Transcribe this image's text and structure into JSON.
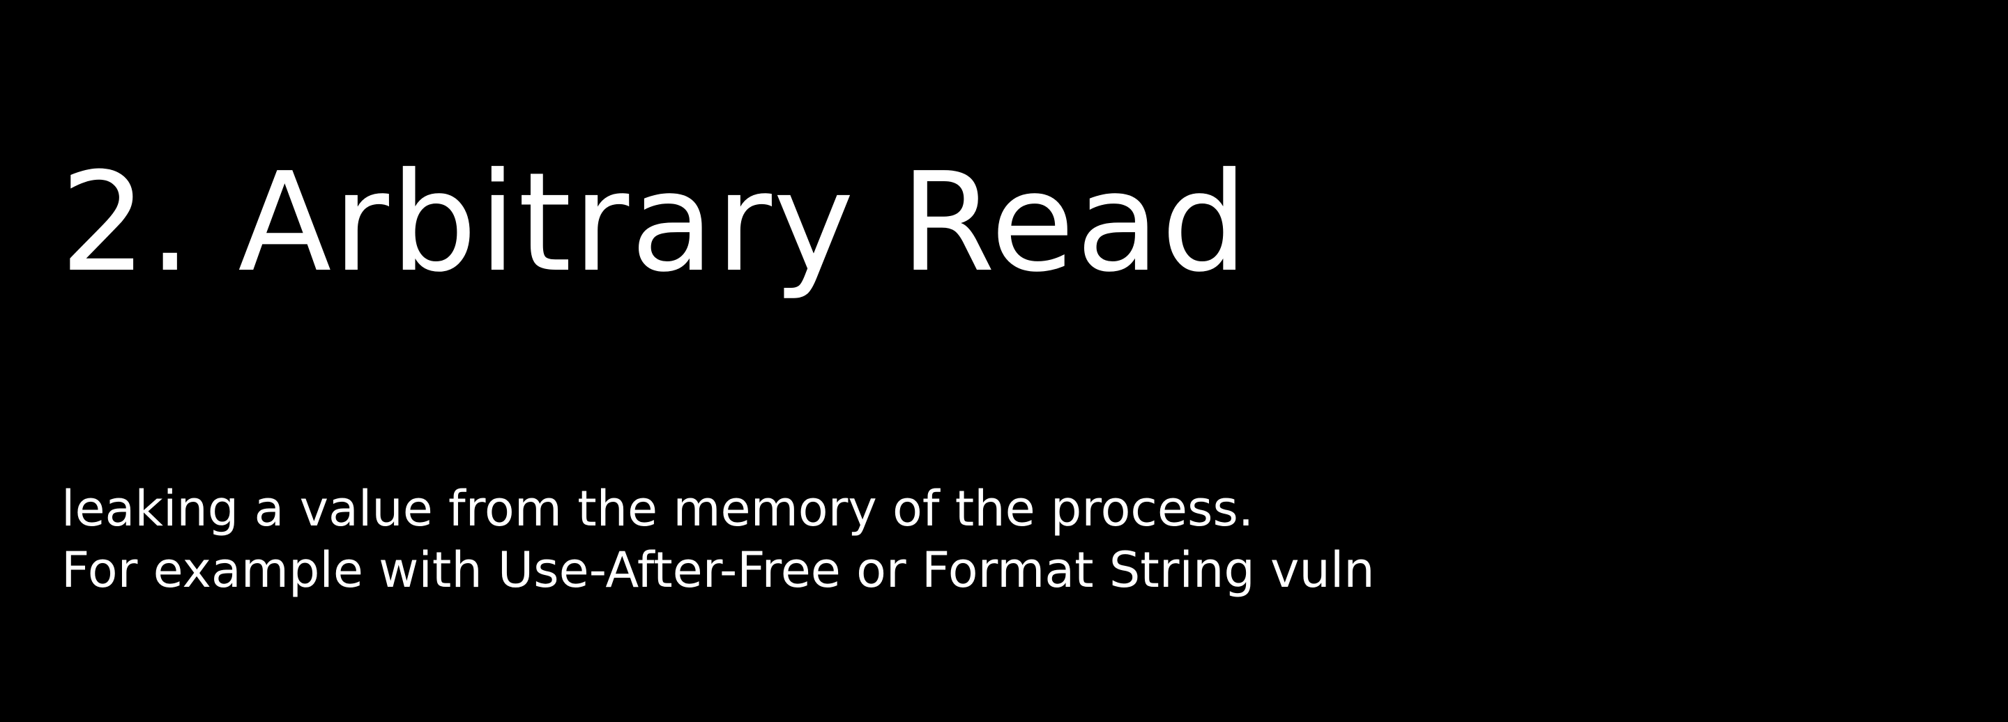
{
  "slide": {
    "title": "2. Arbitrary Read",
    "body_lines": [
      "leaking a value from the memory of the process.",
      "For example with Use-After-Free or Format String vuln"
    ]
  },
  "colors": {
    "background": "#000000",
    "text": "#ffffff"
  }
}
